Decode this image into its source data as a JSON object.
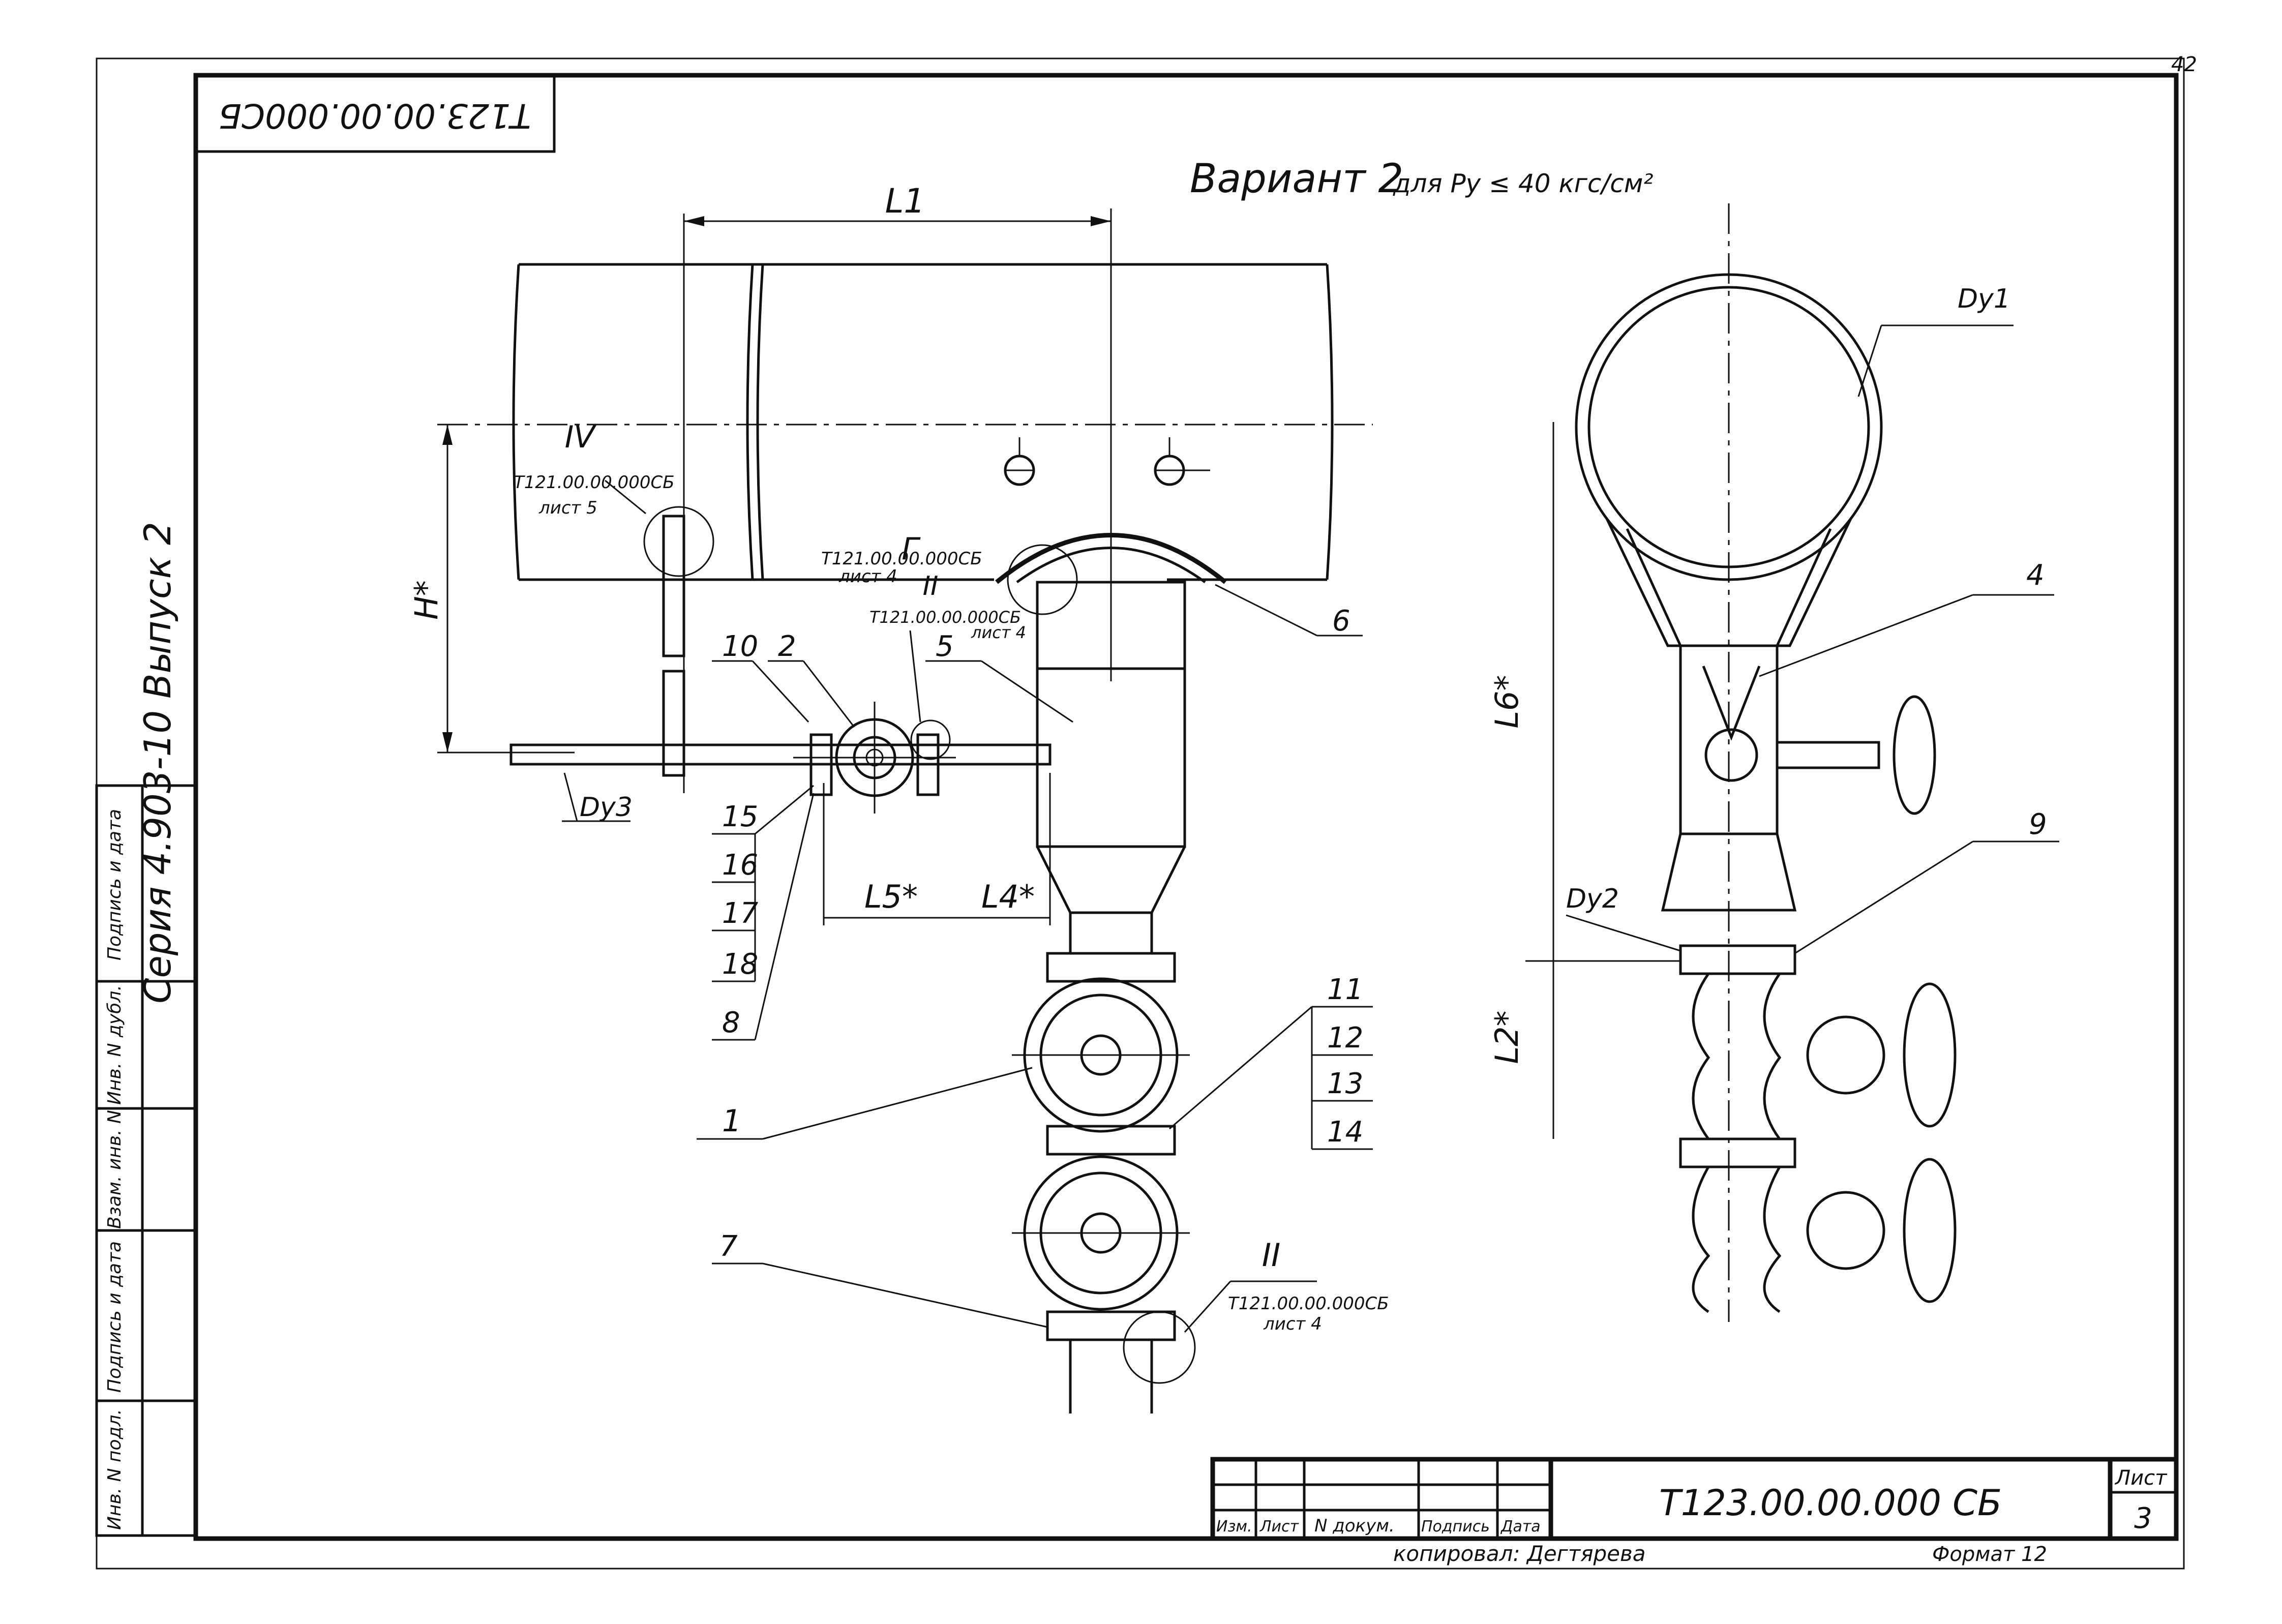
{
  "page_number": "42",
  "stamp_top": "T123.00.00.000СБ",
  "series_label": "Серия 4.903-10  Выпуск 2",
  "title": {
    "variant": "Вариант 2",
    "condition": "для Py ≤ 40 кгс/см²"
  },
  "dims": {
    "L1": "L1",
    "H": "H*",
    "L5": "L5*",
    "L4": "L4*",
    "L6": "L6*",
    "L2": "L2*",
    "Dy1": "Dy1",
    "Dy2": "Dy2",
    "Dy3": "Dy3"
  },
  "refs": {
    "IV": {
      "roman": "IV",
      "doc": "T121.00.00.000СБ",
      "sheet": "лист 5"
    },
    "G": {
      "roman": "Г",
      "doc": "T121.00.00.000СБ",
      "sheet": "лист 4"
    },
    "II_top": {
      "roman": "II",
      "doc": "T121.00.00.000СБ",
      "sheet": "лист 4"
    },
    "II_bottom": {
      "roman": "II",
      "doc": "T121.00.00.000СБ",
      "sheet": "лист 4"
    }
  },
  "positions": [
    "1",
    "2",
    "4",
    "5",
    "6",
    "7",
    "8",
    "9",
    "10",
    "11",
    "12",
    "13",
    "14",
    "15",
    "16",
    "17",
    "18"
  ],
  "side_stamp": [
    "Инв. N подл.",
    "Подпись и дата",
    "Взам. инв. N",
    "Инв. N дубл.",
    "Подпись и дата"
  ],
  "title_block": {
    "headers": [
      "Изм.",
      "Лист",
      "N докум.",
      "Подпись",
      "Дата"
    ],
    "designation": "T123.00.00.000 СБ",
    "sheet_label": "Лист",
    "sheet_number": "3",
    "copied": "копировал: Дегтярева",
    "format": "Формат 12"
  }
}
